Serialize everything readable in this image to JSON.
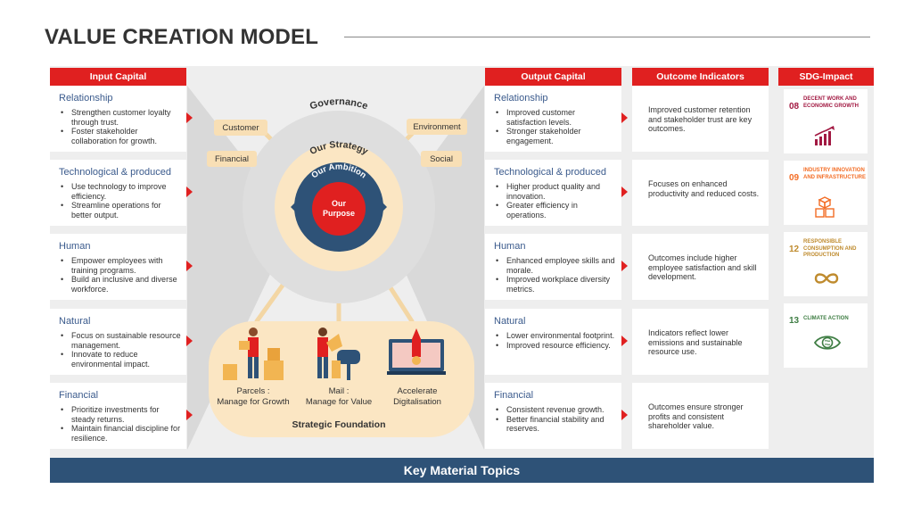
{
  "page": {
    "title": "VALUE CREATION MODEL"
  },
  "headers": {
    "input": "Input Capital",
    "output": "Output Capital",
    "outcome": "Outcome Indicators",
    "sdg": "SDG-Impact"
  },
  "input": [
    {
      "title": "Relationship",
      "bullets": [
        "Strengthen customer loyalty through trust.",
        "Foster stakeholder collaboration for growth."
      ]
    },
    {
      "title": "Technological & produced",
      "bullets": [
        "Use technology to improve efficiency.",
        "Streamline operations for better output."
      ]
    },
    {
      "title": "Human",
      "bullets": [
        "Empower employees with training programs.",
        "Build an inclusive and diverse workforce."
      ]
    },
    {
      "title": "Natural",
      "bullets": [
        "Focus on sustainable resource management.",
        "Innovate to reduce environmental impact."
      ]
    },
    {
      "title": "Financial",
      "bullets": [
        "Prioritize investments for steady returns.",
        "Maintain financial discipline for resilience."
      ]
    }
  ],
  "output": [
    {
      "title": "Relationship",
      "bullets": [
        "Improved customer satisfaction levels.",
        "Stronger stakeholder engagement."
      ]
    },
    {
      "title": "Technological & produced",
      "bullets": [
        "Higher product quality and innovation.",
        "Greater efficiency in operations."
      ]
    },
    {
      "title": "Human",
      "bullets": [
        "Enhanced employee skills and morale.",
        "Improved workplace diversity metrics."
      ]
    },
    {
      "title": "Natural",
      "bullets": [
        "Lower environmental footprint.",
        "Improved resource efficiency."
      ]
    },
    {
      "title": "Financial",
      "bullets": [
        "Consistent revenue growth.",
        "Better financial stability and reserves."
      ]
    }
  ],
  "outcome": [
    "Improved customer retention and stakeholder trust are key outcomes.",
    "Focuses on enhanced productivity and reduced costs.",
    "Outcomes include higher employee satisfaction and skill development.",
    "Indicators reflect lower emissions and sustainable resource use.",
    "Outcomes ensure stronger profits and consistent shareholder value."
  ],
  "sdg": [
    {
      "num": "08",
      "label": "DECENT WORK AND ECONOMIC GROWTH",
      "color": "#a21942",
      "icon": "growth-chart-icon"
    },
    {
      "num": "09",
      "label": "INDUSTRY INNOVATION AND INFRASTRUCTURE",
      "color": "#f36d25",
      "icon": "cubes-icon"
    },
    {
      "num": "12",
      "label": "RESPONSIBLE CONSUMPTION AND PRODUCTION",
      "color": "#bf8b2e",
      "icon": "infinity-icon"
    },
    {
      "num": "13",
      "label": "CLIMATE ACTION",
      "color": "#3f7e44",
      "icon": "eye-globe-icon"
    }
  ],
  "center": {
    "governance": "Governance",
    "strategy": "Our Strategy",
    "ambition": "Our Ambition",
    "purpose_1": "Our",
    "purpose_2": "Purpose",
    "stakeholders": {
      "customer": "Customer",
      "financial": "Financial",
      "environment": "Environment",
      "social": "Social"
    }
  },
  "foundation": {
    "title": "Strategic Foundation",
    "items": [
      {
        "line1": "Parcels :",
        "line2": "Manage for Growth"
      },
      {
        "line1": "Mail :",
        "line2": "Manage for Value"
      },
      {
        "line1": "Accelerate",
        "line2": "Digitalisation"
      }
    ]
  },
  "footer": {
    "label": "Key Material Topics"
  },
  "colors": {
    "accent": "#e02020",
    "navy": "#2e5277",
    "cream": "#f8dfb5",
    "link_blue": "#3a5a8c"
  }
}
